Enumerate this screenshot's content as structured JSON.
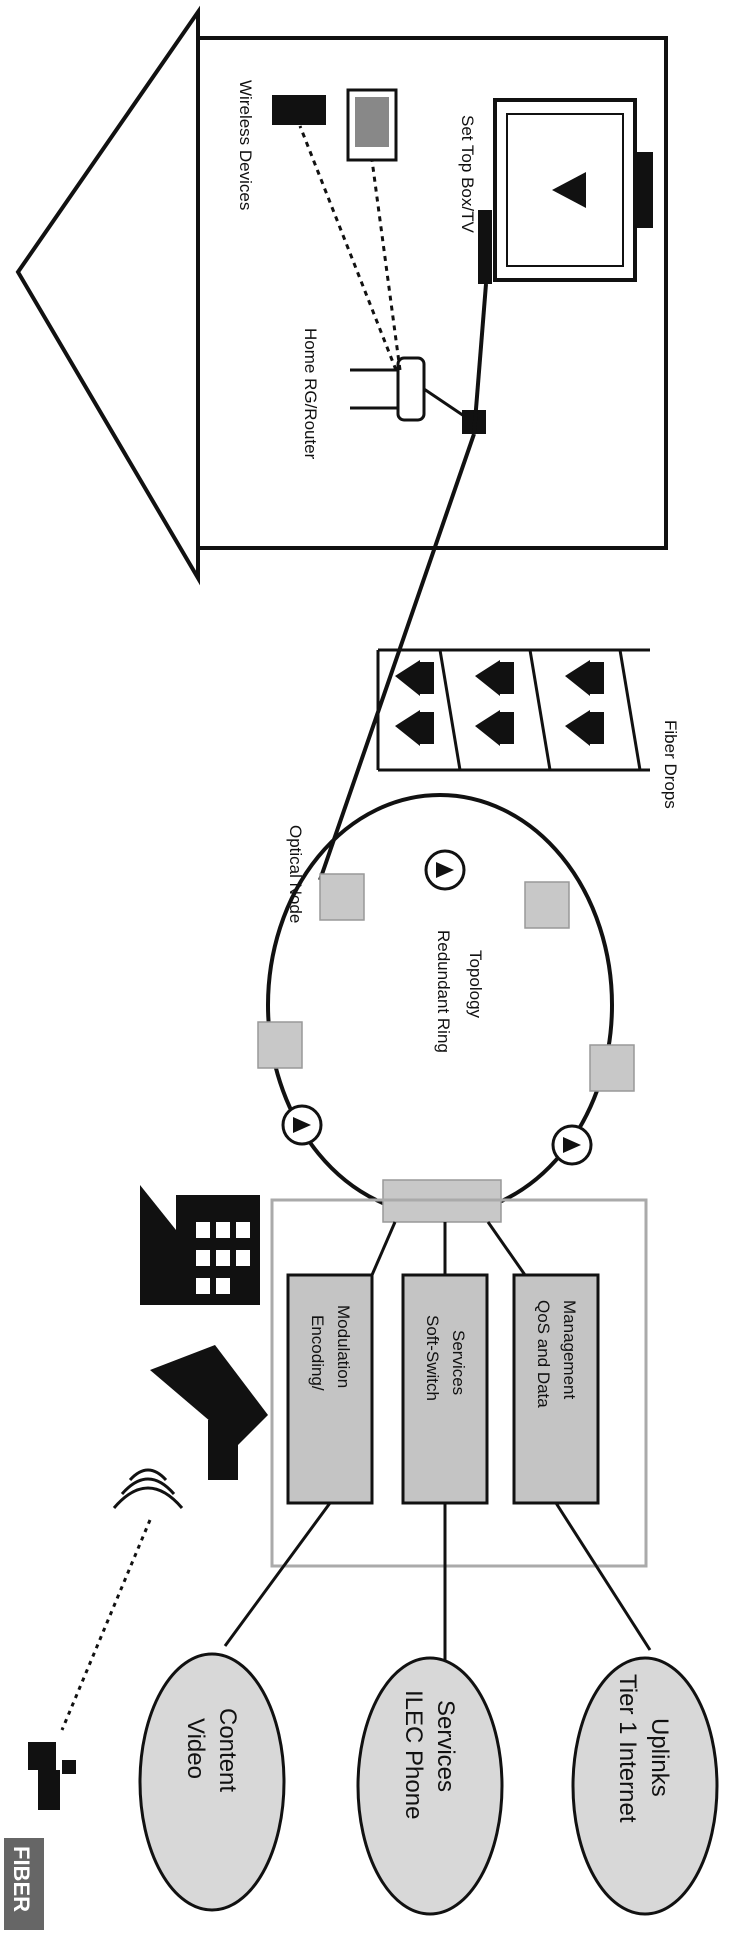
{
  "brand_tag": "FIBER",
  "home": {
    "wireless_devices": "Wireless Devices",
    "home_router": "Home RG/Router",
    "set_top_box": "Set Top Box/TV"
  },
  "network": {
    "optical_node": "Optical Node",
    "ring_line1": "Redundant Ring",
    "ring_line2": "Topology",
    "fiber_drops": "Fiber Drops"
  },
  "headend": {
    "encoding_line1": "Encoding/",
    "encoding_line2": "Modulation",
    "softswitch_line1": "Soft-Switch",
    "softswitch_line2": "Services",
    "qos_line1": "QoS and Data",
    "qos_line2": "Management"
  },
  "sources": {
    "video_line1": "Video",
    "video_line2": "Content",
    "ilec_line1": "ILEC Phone",
    "ilec_line2": "Services",
    "tier1_line1": "Tier 1 Internet",
    "tier1_line2": "Uplinks"
  },
  "colors": {
    "box_fill": "#c4c4c4",
    "node_fill": "#c8c8c8",
    "cloud_fill": "#d8d8d8",
    "ink": "#111111"
  }
}
